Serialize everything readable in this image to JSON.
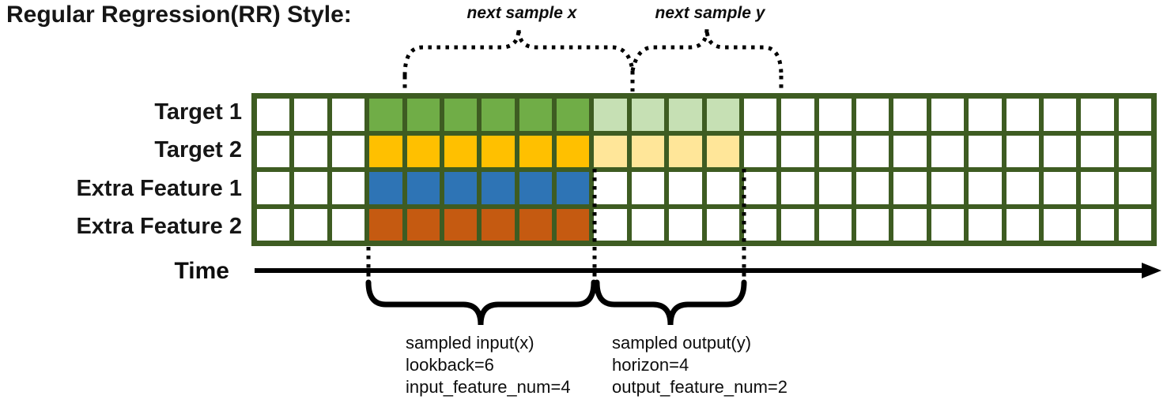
{
  "title": "Regular Regression(RR) Style:",
  "labels": {
    "next_sample_x": "next sample x",
    "next_sample_y": "next sample y",
    "time": "Time"
  },
  "grid": {
    "columns": 24,
    "border_color": "#3E5C22",
    "empty_color": "#FFFFFF",
    "rows": [
      {
        "label": "Target 1",
        "solid_color": "#70AD47",
        "light_color": "#C6E0B4",
        "solid_range": [
          3,
          9
        ],
        "light_range": [
          9,
          13
        ]
      },
      {
        "label": "Target 2",
        "solid_color": "#FFC000",
        "light_color": "#FFE699",
        "solid_range": [
          3,
          9
        ],
        "light_range": [
          9,
          13
        ]
      },
      {
        "label": "Extra Feature 1",
        "solid_color": "#2E74B5",
        "solid_range": [
          3,
          9
        ]
      },
      {
        "label": "Extra Feature 2",
        "solid_color": "#C55A11",
        "solid_range": [
          3,
          9
        ]
      }
    ]
  },
  "sample_info": {
    "input": {
      "lines": [
        "sampled input(x)",
        "lookback=6",
        "input_feature_num=4"
      ]
    },
    "output": {
      "lines": [
        "sampled output(y)",
        "horizon=4",
        "output_feature_num=2"
      ]
    }
  }
}
